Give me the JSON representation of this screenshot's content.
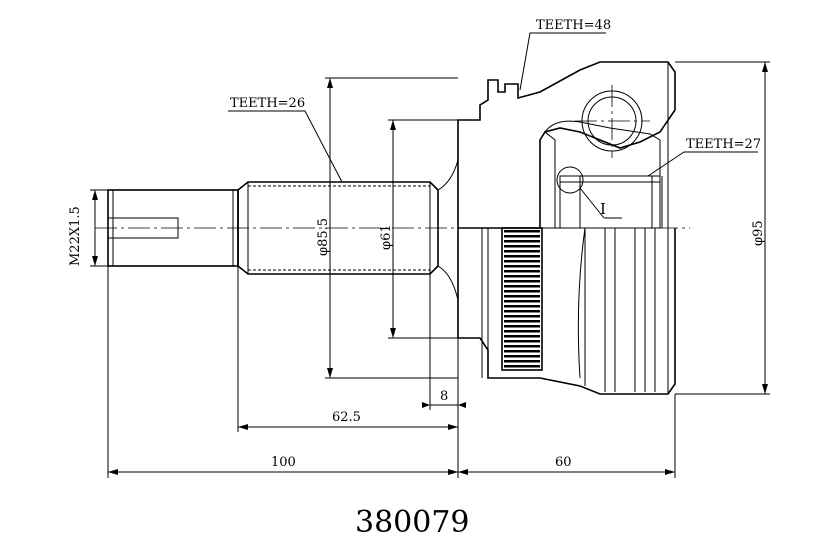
{
  "part_number": "380079",
  "labels": {
    "teeth_abs": "TEETH=48",
    "teeth_spline": "TEETH=26",
    "teeth_inner": "TEETH=27",
    "detail_mark": "I"
  },
  "dimensions": {
    "thread": "M22X1.5",
    "diameter_85_5": "φ85.5",
    "diameter_61": "φ61",
    "diameter_95": "φ95",
    "length_8": "8",
    "length_62_5": "62.5",
    "length_100": "100",
    "length_60": "60"
  }
}
